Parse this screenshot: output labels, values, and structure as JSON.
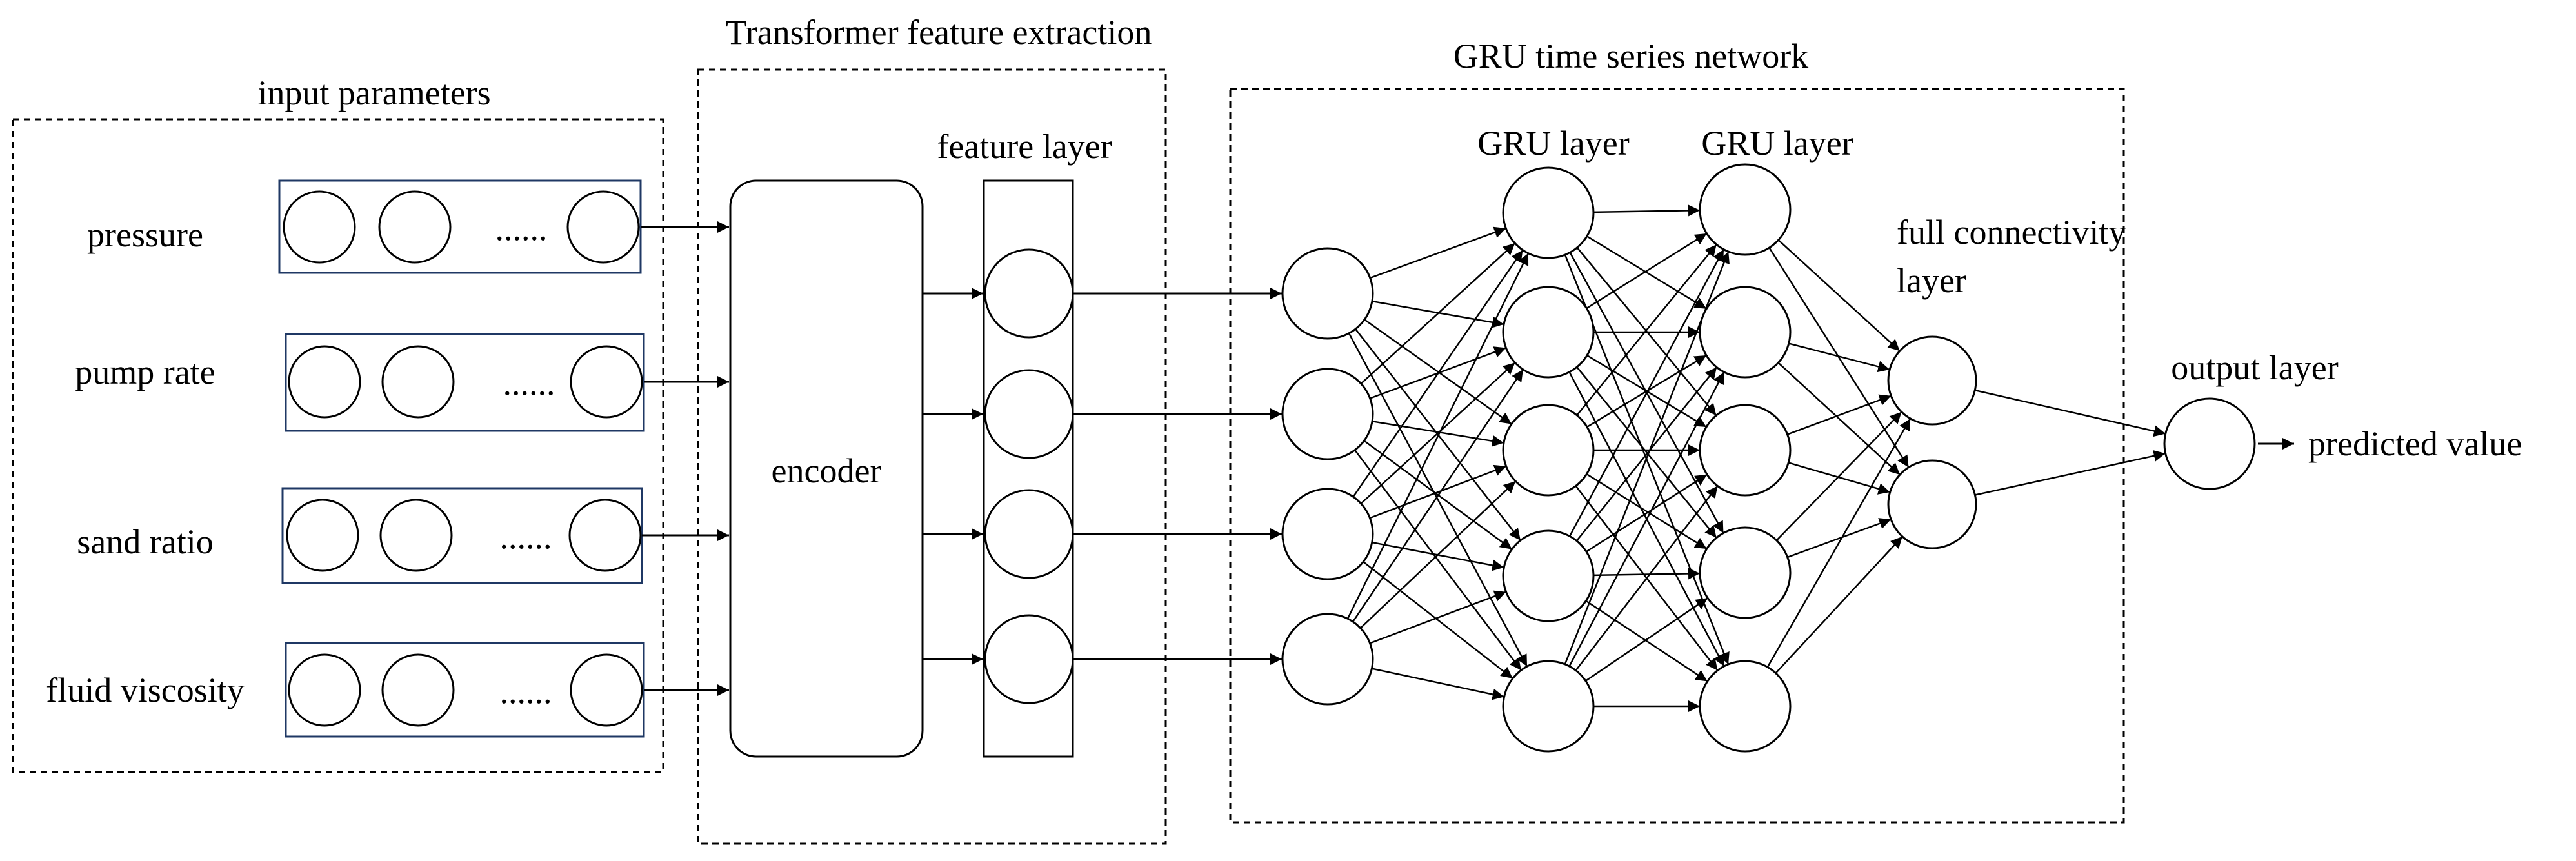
{
  "sections": {
    "input_title": "input parameters",
    "transformer_title": "Transformer feature extraction",
    "gru_title": "GRU time series network"
  },
  "inputs": [
    {
      "label": "pressure",
      "ellipsis": "......"
    },
    {
      "label": "pump rate",
      "ellipsis": "......"
    },
    {
      "label": "sand ratio",
      "ellipsis": "......"
    },
    {
      "label": "fluid viscosity",
      "ellipsis": "......"
    }
  ],
  "encoder_label": "encoder",
  "feature_layer_label": "feature layer",
  "gru_layer1_label": "GRU layer",
  "gru_layer2_label": "GRU layer",
  "fc_label_line1": "full connectivity",
  "fc_label_line2": "layer",
  "output_layer_label": "output layer",
  "predicted_label": "predicted value",
  "colors": {
    "input_box_border": "#1f3864",
    "line": "#000000"
  }
}
